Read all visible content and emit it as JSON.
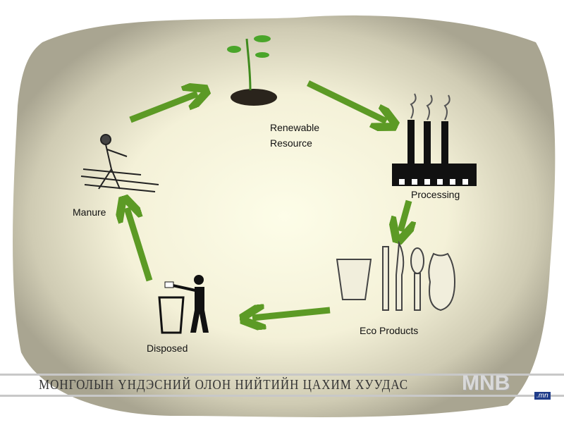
{
  "diagram": {
    "nodes": {
      "renewable_resource": {
        "line1": "Renewable",
        "line2": "Resource",
        "icon": "sprout-icon"
      },
      "processing": {
        "label": "Processing",
        "icon": "factory-icon"
      },
      "eco_products": {
        "label": "Eco Products",
        "icon": "cutlery-cup-bag-icon"
      },
      "disposed": {
        "label": "Disposed",
        "icon": "trash-bin-person-icon"
      },
      "manure": {
        "label": "Manure",
        "icon": "farmer-icon"
      }
    },
    "arrow_color": "#5c9a25"
  },
  "banner": {
    "text": "МОНГОЛЫН ҮНДЭСНИЙ ОЛОН НИЙТИЙН ЦАХИМ ХУУДАС",
    "logo": "MNB",
    "logo_suffix": ".mn"
  }
}
